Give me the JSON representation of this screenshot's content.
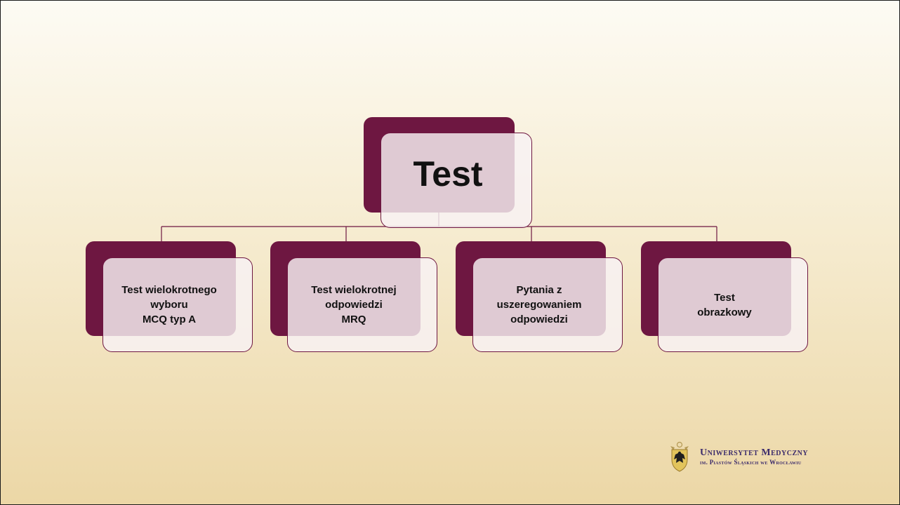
{
  "root": {
    "label": "Test"
  },
  "nodes": [
    {
      "label": "Test wielokrotnego\nwyboru\nMCQ  typ A"
    },
    {
      "label": "Test wielokrotnej\nodpowiedzi\nMRQ"
    },
    {
      "label": "Pytania z\nuszeregowaniem\nodpowiedzi"
    },
    {
      "label": "Test\nobrazkowy"
    }
  ],
  "logo": {
    "title": "Uniwersytet Medyczny",
    "subtitle": "im. Piastów Śląskich we Wrocławiu"
  },
  "colors": {
    "accent": "#6e1741",
    "box_fill": "#f8f2f4",
    "logo_text": "#3b2a6b"
  }
}
